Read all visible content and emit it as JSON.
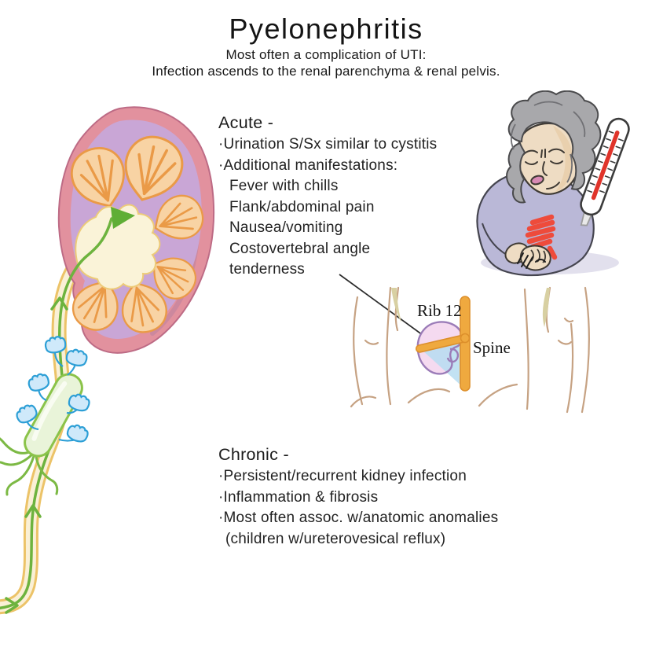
{
  "title": "Pyelonephritis",
  "subtitle": {
    "line1": "Most often a complication of UTI:",
    "line2": "Infection ascends to the renal parenchyma & renal pelvis."
  },
  "acute": {
    "heading": "Acute -",
    "items": [
      "·Urination S/Sx similar to cystitis",
      "·Additional manifestations:",
      "Fever with chills",
      "Flank/abdominal pain",
      "Nausea/vomiting",
      "Costovertebral angle",
      "tenderness"
    ]
  },
  "chronic": {
    "heading": "Chronic -",
    "items": [
      "·Persistent/recurrent kidney infection",
      "·Inflammation & fibrosis",
      "·Most often assoc. w/anatomic anomalies",
      "(children w/ureterovesical reflux)"
    ]
  },
  "cva_diagram": {
    "rib_label": "Rib 12",
    "spine_label": "Spine"
  },
  "illustrations": {
    "kidney": "kidney-cross-section-with-ascending-infection",
    "bacterium": "bacterium-with-pili-on-ureter",
    "patient": "febrile-woman-holding-flank",
    "thermometer": "fever-thermometer-icon",
    "back_view": "costovertebral-angle-back-view"
  },
  "colors": {
    "cortex_pink": "#e2919e",
    "medulla_lavender": "#c9a6d6",
    "pyramid_peach": "#f8d3a4",
    "pyramid_orange": "#ea9a47",
    "pelvis_cream": "#faf3d8",
    "ureter_yellow": "#ecc368",
    "infection_green": "#6db33e",
    "bacteria_blue": "#2d9fd6",
    "pain_red": "#ee4b3b",
    "bone_orange": "#efa93f",
    "cva_blue": "#b4dcf0",
    "kidney_outline_purple": "#9b7cb8",
    "body_line_tan": "#c6a283",
    "text": "#1f1f1f"
  }
}
